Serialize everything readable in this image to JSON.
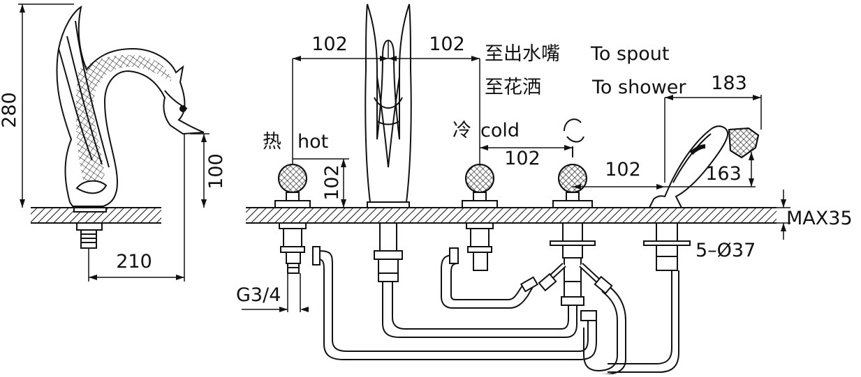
{
  "dimensions": {
    "height_total": "280",
    "spout_height": "100",
    "spout_reach": "210",
    "spacing_hot_spout": "102",
    "spacing_spout_cold": "102",
    "handle_height": "102",
    "cold_to_diverter": "102",
    "diverter_to_shower": "102",
    "shower_length": "183",
    "shower_height": "163",
    "deck_thickness": "MAX35",
    "holes": "5–Ø37",
    "thread": "G3/4"
  },
  "labels": {
    "hot_cn": "热",
    "hot_en": "hot",
    "cold_cn": "冷",
    "cold_en": "cold",
    "to_spout_cn": "至出水嘴",
    "to_spout_en": "To spout",
    "to_shower_cn": "至花洒",
    "to_shower_en": "To shower"
  },
  "colors": {
    "line": "#111111",
    "background": "#ffffff"
  },
  "icons": {
    "deck_hatch": "diagonal-hatch",
    "handle": "faceted-crystal-knob"
  }
}
